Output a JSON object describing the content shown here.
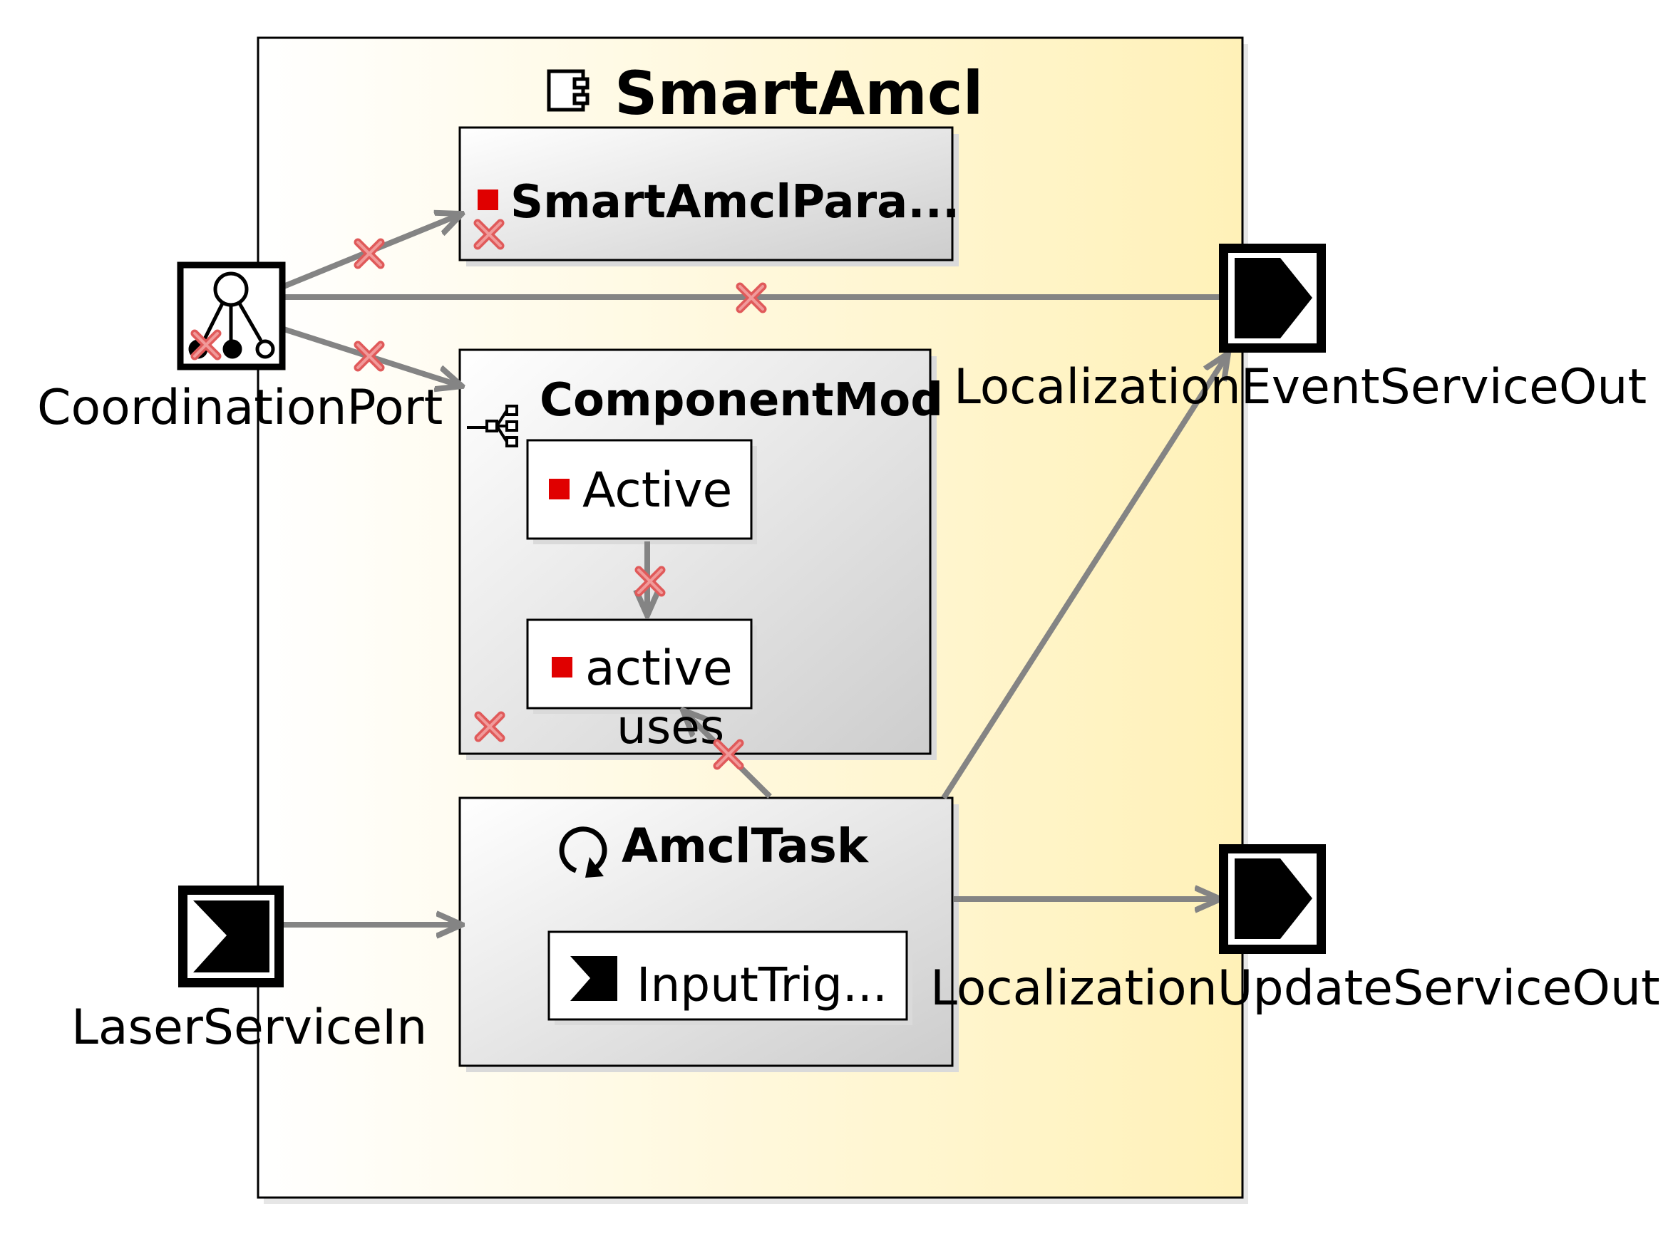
{
  "component": {
    "name": "SmartAmcl",
    "icon": "component-icon"
  },
  "parameters_box": {
    "label": "SmartAmclPara...",
    "icon": "red-square-icon"
  },
  "component_mode": {
    "label": "ComponentMod",
    "icon": "mode-tree-icon",
    "states": [
      {
        "label": "Active",
        "icon": "red-square-icon"
      },
      {
        "label": "active",
        "icon": "red-square-icon"
      }
    ],
    "uses_label": "uses"
  },
  "task": {
    "label": "AmclTask",
    "icon": "cyclic-task-icon",
    "trigger_label": "InputTrig...",
    "trigger_icon": "input-trigger-icon"
  },
  "ports": {
    "coordination": {
      "label": "CoordinationPort",
      "icon": "coordination-port-icon"
    },
    "laser_in": {
      "label": "LaserServiceIn",
      "icon": "input-port-icon"
    },
    "event_out": {
      "label": "LocalizationEventServiceOut",
      "icon": "output-port-icon"
    },
    "update_out": {
      "label": "LocalizationUpdateServiceOut",
      "icon": "output-port-icon"
    }
  },
  "colors": {
    "component_fill_start": "#ffffff",
    "component_fill_end": "#fff1b8",
    "connector": "#848484",
    "error_marker": "#e05050",
    "state_marker": "#e00000"
  }
}
